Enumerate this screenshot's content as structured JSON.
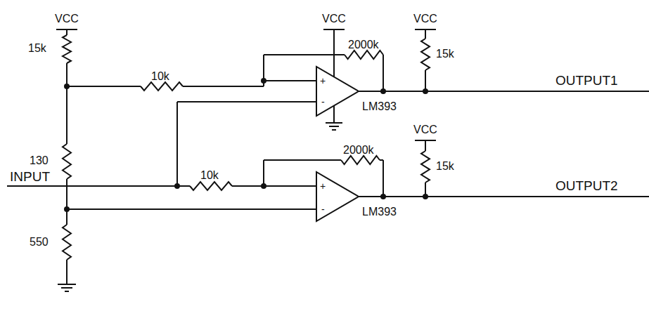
{
  "diagram": {
    "labels": [
      "VCC",
      "15k",
      "VCC",
      "10k",
      "2000k",
      "VCC",
      "15k",
      "OUTPUT1",
      "LM393",
      "130",
      "VCC",
      "2000k",
      "INPUT",
      "10k",
      "15k",
      "OUTPUT2",
      "LM393",
      "550",
      "+",
      "-",
      "+",
      "-"
    ]
  }
}
